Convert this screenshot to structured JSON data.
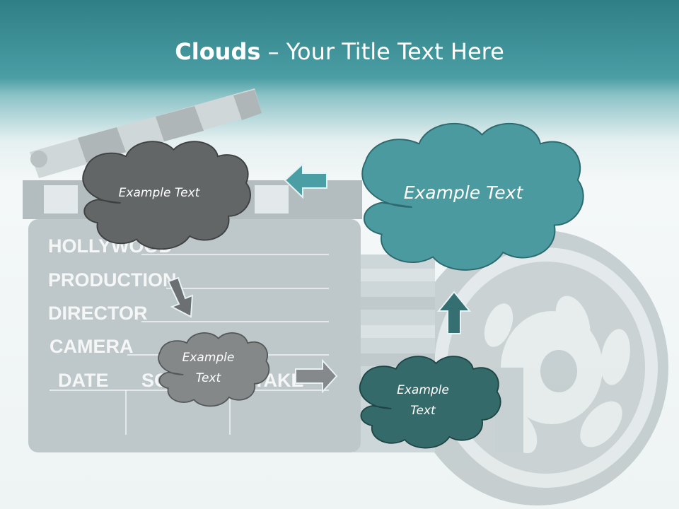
{
  "slide": {
    "title_bold": "Clouds",
    "title_rest": " – Your Title Text Here"
  },
  "board": {
    "lines": [
      "HOLLYWOOD",
      "PRODUCTION",
      "DIRECTOR",
      "CAMERA",
      "DATE",
      "SCENE",
      "TAKE"
    ]
  },
  "clouds": {
    "top_left": "Example Text",
    "top_right": "Example Text",
    "bottom_left": "Example Text",
    "bottom_right": "Example Text"
  },
  "colors": {
    "header": "#3f979d",
    "cloud_dark_gray": "#636667",
    "cloud_light_gray": "#858889",
    "cloud_teal": "#4b9aa0",
    "cloud_dark_teal": "#356a6a",
    "arrow_teal": "#4a9ea4",
    "arrow_gray": "#6d7072"
  }
}
